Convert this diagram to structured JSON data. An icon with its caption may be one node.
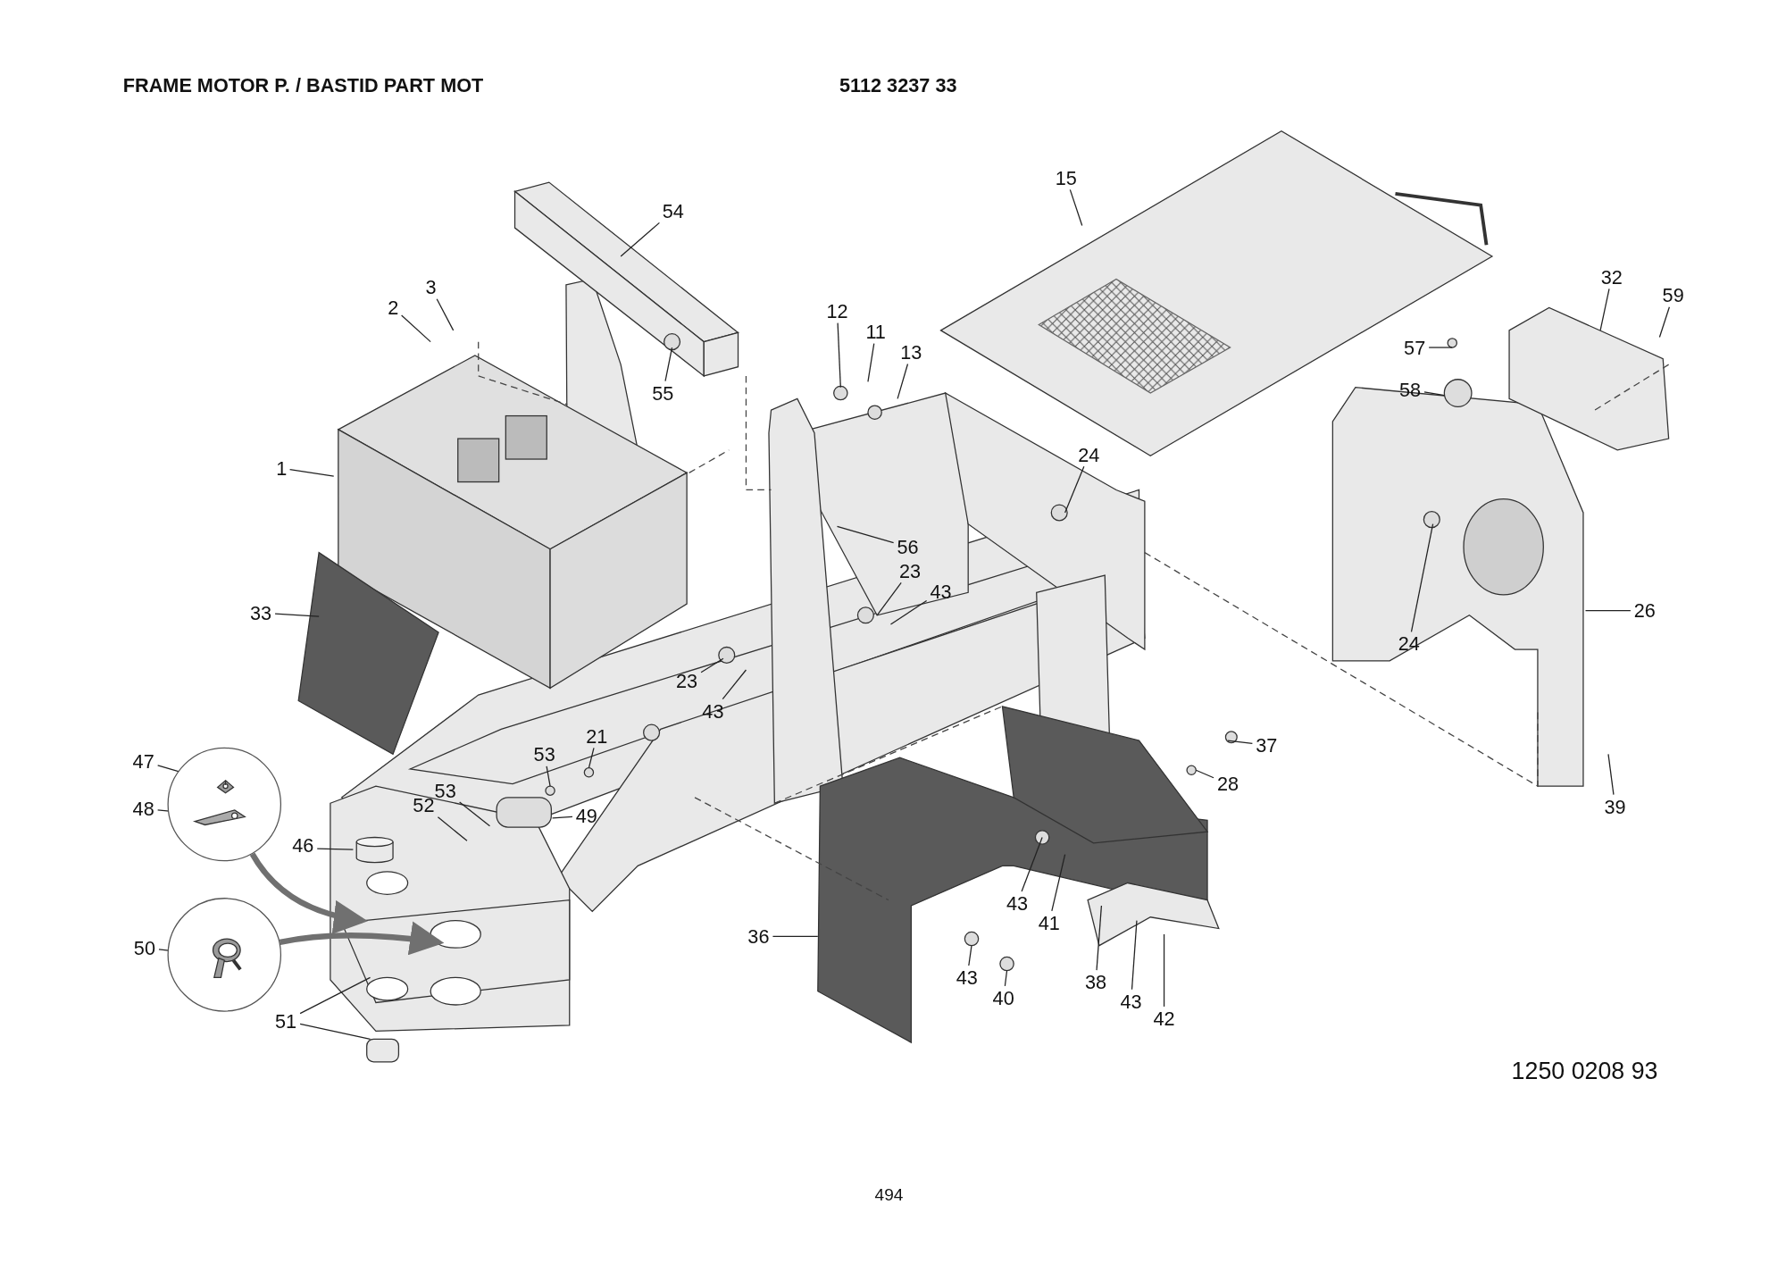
{
  "diagram": {
    "nodes": [
      {
        "text": [
          "54"
        ]
      },
      {
        "text": [
          "15"
        ]
      },
      {
        "text": [
          "3"
        ]
      },
      {
        "text": [
          "32"
        ]
      },
      {
        "text": [
          "59"
        ]
      },
      {
        "text": [
          "2"
        ]
      },
      {
        "text": [
          "12"
        ]
      },
      {
        "text": [
          "11"
        ]
      },
      {
        "text": [
          "13"
        ]
      },
      {
        "text": [
          "57"
        ]
      },
      {
        "text": [
          "58"
        ]
      },
      {
        "text": [
          "55"
        ]
      },
      {
        "text": [
          "24"
        ]
      },
      {
        "text": [
          "1"
        ]
      },
      {
        "text": [
          "56"
        ]
      },
      {
        "text": [
          "23"
        ]
      },
      {
        "text": [
          "43"
        ]
      },
      {
        "text": [
          "26"
        ]
      },
      {
        "text": [
          "33"
        ]
      },
      {
        "text": [
          "24"
        ]
      },
      {
        "text": [
          "23"
        ]
      },
      {
        "text": [
          "43"
        ]
      },
      {
        "text": [
          "21"
        ]
      },
      {
        "text": [
          "37"
        ]
      },
      {
        "text": [
          "53"
        ]
      },
      {
        "text": [],
        "shape": "circle"
      },
      {
        "text": [
          "47"
        ]
      },
      {
        "text": [
          "28"
        ]
      },
      {
        "text": [
          "53"
        ]
      },
      {
        "text": [
          "39"
        ]
      },
      {
        "text": [
          "48"
        ]
      },
      {
        "text": [
          "52"
        ]
      },
      {
        "text": [
          "49"
        ]
      },
      {
        "text": [
          "46"
        ]
      },
      {
        "text": [
          "43"
        ]
      },
      {
        "text": [
          "41"
        ]
      },
      {
        "text": [
          "36"
        ]
      },
      {
        "text": [],
        "shape": "circle"
      },
      {
        "text": [
          "50"
        ]
      },
      {
        "text": [
          "43"
        ]
      },
      {
        "text": [
          "38"
        ]
      },
      {
        "text": [
          "40"
        ]
      },
      {
        "text": [
          "43"
        ]
      },
      {
        "text": [
          "42"
        ]
      },
      {
        "text": [
          "51"
        ]
      },
      {
        "text": [],
        "shape": "picture",
        "in": 25
      },
      {
        "text": [],
        "shape": "picture",
        "in": 25
      },
      {
        "text": [],
        "shape": "picture",
        "in": 37
      },
      {
        "text": [],
        "shape": "cylinder"
      }
    ],
    "edges": [
      {
        "from": 0,
        "to": null,
        "arrow": "none"
      },
      {
        "from": 1,
        "to": null,
        "arrow": "none"
      },
      {
        "from": 2,
        "to": null,
        "arrow": "none"
      },
      {
        "from": 3,
        "to": null,
        "arrow": "none"
      },
      {
        "from": 4,
        "to": null,
        "arrow": "none"
      },
      {
        "from": 5,
        "to": null,
        "arrow": "none"
      },
      {
        "from": 6,
        "to": null,
        "arrow": "none"
      },
      {
        "from": 7,
        "to": null,
        "arrow": "none"
      },
      {
        "from": 8,
        "to": null,
        "arrow": "none"
      },
      {
        "from": 9,
        "to": null,
        "arrow": "none"
      },
      {
        "from": 10,
        "to": null,
        "arrow": "none"
      },
      {
        "from": 11,
        "to": null,
        "arrow": "none"
      },
      {
        "from": 12,
        "to": null,
        "arrow": "none"
      },
      {
        "from": 13,
        "to": null,
        "arrow": "none"
      },
      {
        "from": 14,
        "to": null,
        "arrow": "none"
      },
      {
        "from": 15,
        "to": null,
        "arrow": "none"
      },
      {
        "from": 16,
        "to": null,
        "arrow": "none"
      },
      {
        "from": 17,
        "to": null,
        "arrow": "none"
      },
      {
        "from": 18,
        "to": null,
        "arrow": "none"
      },
      {
        "from": 19,
        "to": null,
        "arrow": "none"
      },
      {
        "from": 20,
        "to": null,
        "arrow": "none"
      },
      {
        "from": 21,
        "to": null,
        "arrow": "none"
      },
      {
        "from": 22,
        "to": null,
        "arrow": "none"
      },
      {
        "from": 23,
        "to": null,
        "arrow": "none"
      },
      {
        "from": 24,
        "to": null,
        "arrow": "none"
      },
      {
        "from": 26,
        "to": 45,
        "arrow": "none"
      },
      {
        "from": 27,
        "to": null,
        "arrow": "none"
      },
      {
        "from": 28,
        "to": null,
        "arrow": "none"
      },
      {
        "from": 29,
        "to": null,
        "arrow": "none"
      },
      {
        "from": 30,
        "to": 46,
        "arrow": "none"
      },
      {
        "from": 31,
        "to": null,
        "arrow": "none"
      },
      {
        "from": 32,
        "to": null,
        "arrow": "none"
      },
      {
        "from": 33,
        "to": 48,
        "arrow": "none"
      },
      {
        "from": 34,
        "to": null,
        "arrow": "none"
      },
      {
        "from": 35,
        "to": null,
        "arrow": "none"
      },
      {
        "from": 36,
        "to": null,
        "arrow": "none"
      },
      {
        "from": 38,
        "to": 47,
        "arrow": "none"
      },
      {
        "from": 39,
        "to": null,
        "arrow": "none"
      },
      {
        "from": 40,
        "to": null,
        "arrow": "none"
      },
      {
        "from": 41,
        "to": null,
        "arrow": "none"
      },
      {
        "from": 42,
        "to": null,
        "arrow": "none"
      },
      {
        "from": 43,
        "to": null,
        "arrow": "none"
      },
      {
        "from": 44,
        "to": null,
        "arrow": "none"
      },
      {
        "from": 44,
        "to": null,
        "arrow": "none"
      },
      {
        "from": 25,
        "to": null,
        "arrow": "to",
        "style": "thick",
        "color": "#707070"
      },
      {
        "from": 37,
        "to": null,
        "arrow": "to",
        "style": "thick",
        "color": "#707070"
      }
    ],
    "labels": [
      "FRAME MOTOR P. / BASTID PART MOT",
      "5112 3237 33",
      "1250 0208 93",
      "494"
    ]
  }
}
